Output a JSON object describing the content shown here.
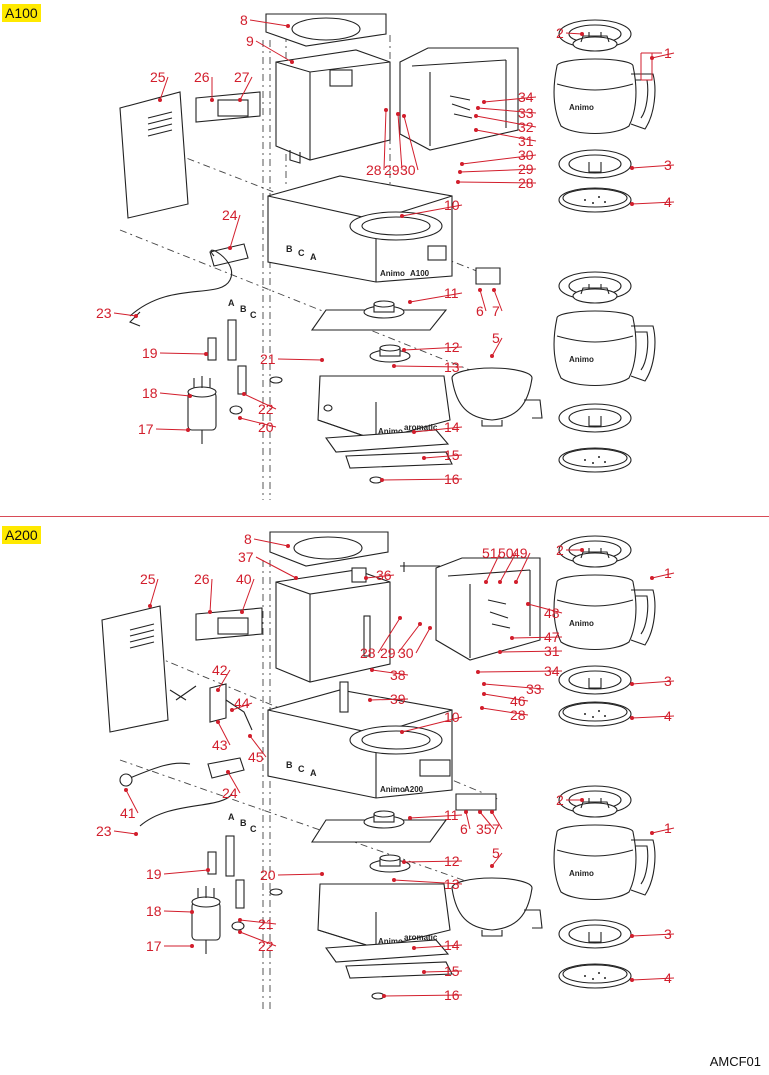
{
  "sections": [
    {
      "tag": "A100"
    },
    {
      "tag": "A200"
    }
  ],
  "document_code": "AMCF01",
  "brand_text": "Animo",
  "model_labels": {
    "a100": "A100",
    "a200": "A200",
    "base": "aromatic"
  },
  "wire_letters": [
    "A",
    "B",
    "C"
  ],
  "colors": {
    "callout": "#d21e2c",
    "tag_background": "#ffe900",
    "divider": "#d84b57",
    "line_art": "#222222"
  },
  "parts_a100": [
    "1",
    "2",
    "3",
    "4",
    "5",
    "6",
    "7",
    "8",
    "9",
    "10",
    "11",
    "12",
    "13",
    "14",
    "15",
    "16",
    "17",
    "18",
    "19",
    "20",
    "21",
    "22",
    "23",
    "24",
    "25",
    "26",
    "27",
    "28",
    "29",
    "30",
    "31",
    "32",
    "33",
    "34",
    "30",
    "29",
    "28"
  ],
  "parts_a200": [
    "1",
    "2",
    "3",
    "4",
    "1",
    "2",
    "3",
    "4",
    "5",
    "6",
    "35",
    "7",
    "8",
    "11",
    "12",
    "13",
    "14",
    "15",
    "16",
    "17",
    "18",
    "19",
    "20",
    "21",
    "22",
    "23",
    "24",
    "25",
    "26",
    "40",
    "37",
    "36",
    "38",
    "39",
    "10",
    "41",
    "42",
    "43",
    "44",
    "45",
    "28",
    "29",
    "30",
    "51",
    "50",
    "49",
    "48",
    "47",
    "31",
    "34",
    "33",
    "46",
    "28"
  ]
}
